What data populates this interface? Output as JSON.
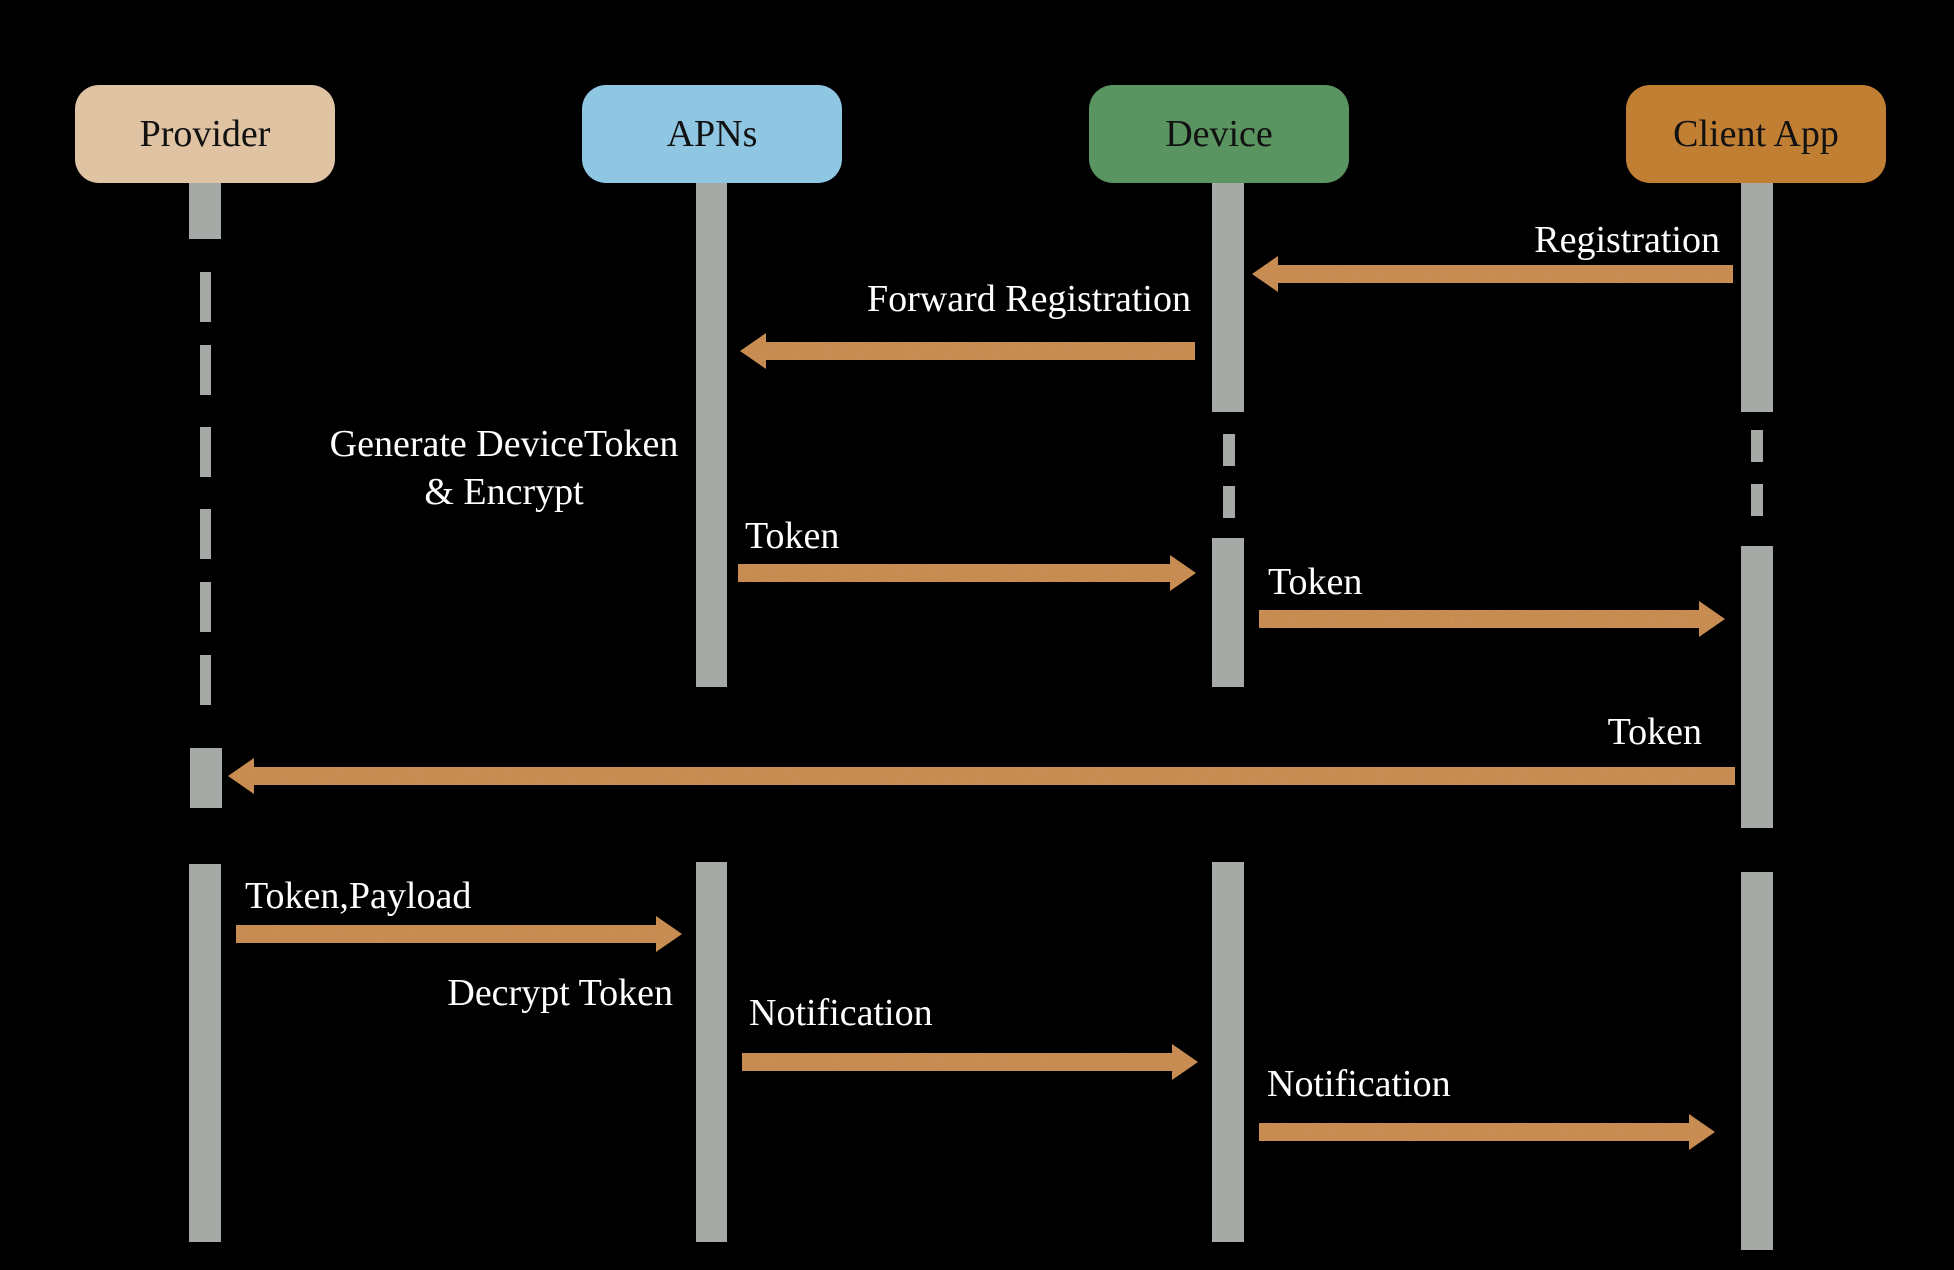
{
  "diagram": {
    "participants": [
      {
        "id": "provider",
        "label": "Provider",
        "color": "#e0c3a2"
      },
      {
        "id": "apns",
        "label": "APNs",
        "color": "#8fc6e2"
      },
      {
        "id": "device",
        "label": "Device",
        "color": "#5a9460"
      },
      {
        "id": "client",
        "label": "Client App",
        "color": "#c07f33"
      }
    ],
    "arrow_color": "#c9873c",
    "lifeline_color": "#a6aaa7",
    "messages": [
      {
        "from": "client",
        "to": "device",
        "label": "Registration"
      },
      {
        "from": "device",
        "to": "apns",
        "label": "Forward Registration"
      },
      {
        "from": "apns",
        "to": "device",
        "label": "Token"
      },
      {
        "from": "device",
        "to": "client",
        "label": "Token"
      },
      {
        "from": "client",
        "to": "provider",
        "label": "Token"
      },
      {
        "from": "provider",
        "to": "apns",
        "label": "Token,Payload"
      },
      {
        "from": "apns",
        "to": "device",
        "label": "Notification"
      },
      {
        "from": "device",
        "to": "client",
        "label": "Notification"
      }
    ],
    "notes": [
      {
        "at": "apns",
        "label": "Generate DeviceToken\n& Encrypt"
      },
      {
        "at": "apns",
        "label": "Decrypt Token"
      }
    ]
  }
}
